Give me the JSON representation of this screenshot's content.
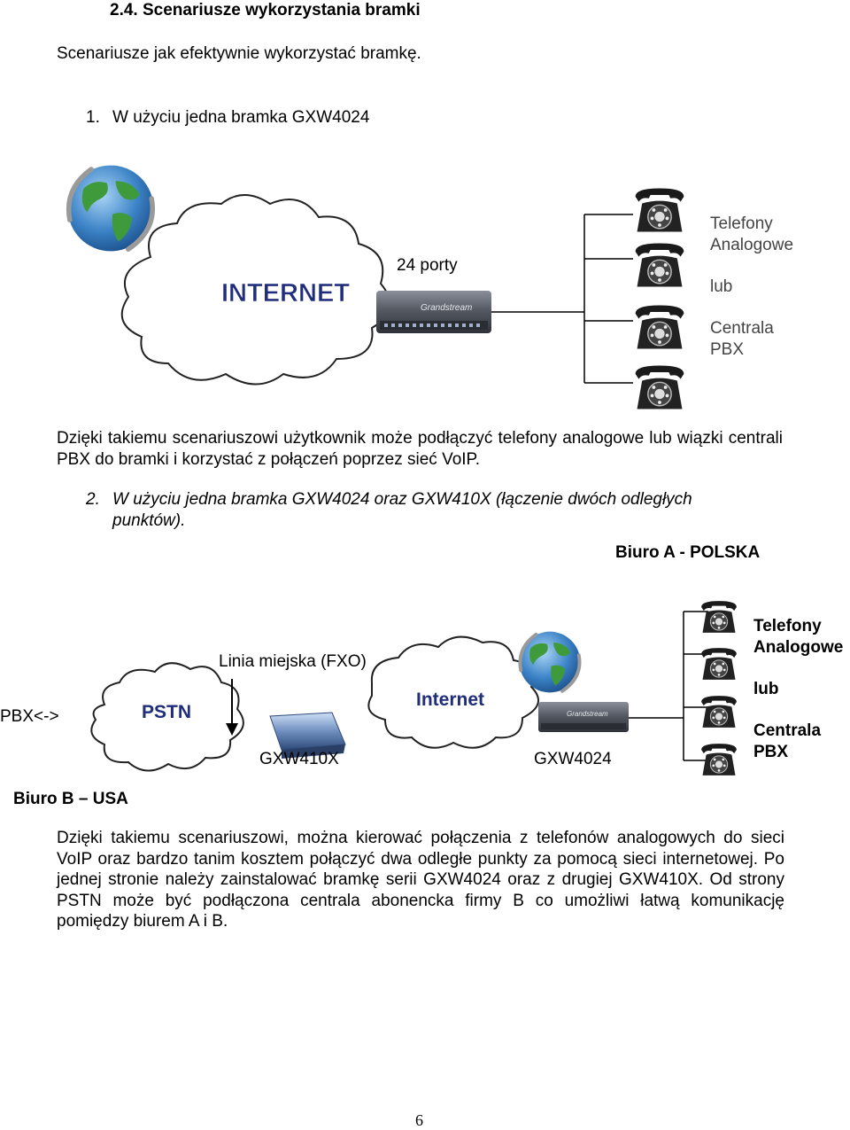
{
  "section": {
    "heading": "2.4. Scenariusze wykorzystania bramki",
    "intro": "Scenariusze jak efektywnie wykorzystać bramkę."
  },
  "scenario1": {
    "number": "1.",
    "title": "W użyciu jedna bramka GXW4024",
    "diagram": {
      "cloud_label": "INTERNET",
      "ports_label": "24 porty",
      "right_labels": [
        "Telefony",
        "Analogowe",
        "lub",
        "Centrala",
        "PBX"
      ],
      "device_brand": "Grandstream"
    },
    "description": "Dzięki takiemu scenariuszowi użytkownik może podłączyć telefony analogowe lub wiązki centrali PBX do bramki i korzystać z połączeń poprzez sieć VoIP."
  },
  "scenario2": {
    "number": "2.",
    "title_line1": "W użyciu jedna bramka GXW4024 oraz GXW410X (łączenie dwóch odległych",
    "title_line2": "punktów).",
    "diagram": {
      "office_a": "Biuro A - POLSKA",
      "office_b": "Biuro B – USA",
      "pbx_label": "PBX<->",
      "pstn_label": "PSTN",
      "internet_label": "Internet",
      "fxo_label": "Linia miejska (FXO)",
      "gxw410x_label": "GXW410X",
      "gxw4024_label": "GXW4024",
      "right_labels": [
        "Telefony",
        "Analogowe",
        "lub",
        "Centrala",
        "PBX"
      ],
      "device_brand": "Grandstream"
    },
    "description": "Dzięki takiemu scenariuszowi, można kierować połączenia z telefonów analogowych do sieci VoIP oraz bardzo tanim kosztem połączyć dwa odległe punkty za pomocą sieci internetowej. Po jednej stronie należy zainstalować bramkę serii GXW4024 oraz z drugiej GXW410X. Od strony PSTN może być podłączona centrala abonencka firmy B co umożliwi łatwą komunikację pomiędzy biurem A i B."
  },
  "page_number": "6"
}
